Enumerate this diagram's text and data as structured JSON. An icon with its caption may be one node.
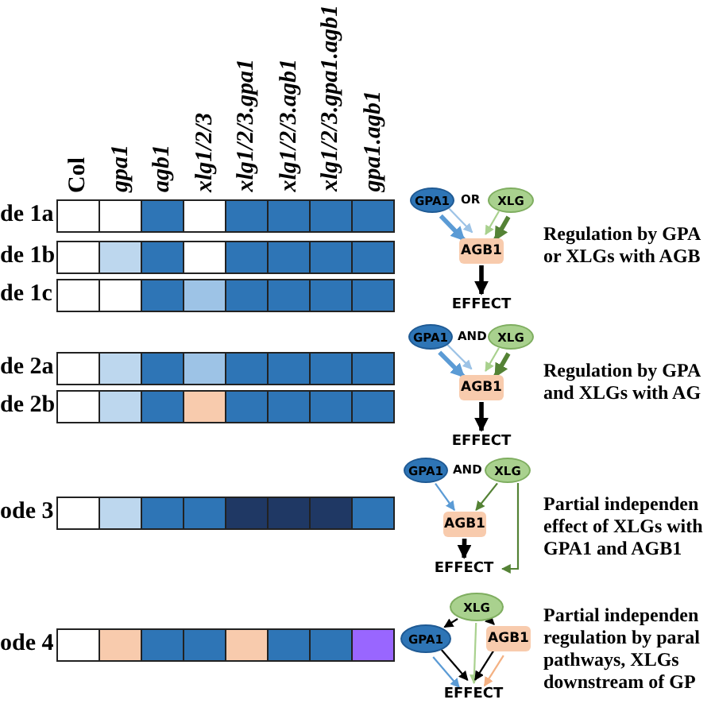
{
  "diagram": {
    "nodes": [
      {
        "text": [
          "GPA1"
        ]
      },
      {
        "text": [
          "XLG"
        ]
      },
      {
        "text": [
          "AGB1"
        ]
      },
      {
        "text": [
          "EFFECT"
        ]
      },
      {
        "text": [
          "GPA1"
        ]
      },
      {
        "text": [
          "XLG"
        ]
      },
      {
        "text": [
          "AGB1"
        ]
      },
      {
        "text": [
          "EFFECT"
        ]
      },
      {
        "text": [
          "GPA1"
        ]
      },
      {
        "text": [
          "XLG"
        ]
      },
      {
        "text": [
          "AGB1"
        ]
      },
      {
        "text": [
          "EFFECT"
        ]
      },
      {
        "text": [
          "XLG"
        ]
      },
      {
        "text": [
          "GPA1"
        ]
      },
      {
        "text": [
          "AGB1"
        ]
      },
      {
        "text": [
          "EFFECT"
        ]
      }
    ],
    "edges": [
      {
        "from": 0,
        "to": 2,
        "arrow": "to",
        "color": "#9dc3e6"
      },
      {
        "from": 0,
        "to": 2,
        "arrow": "to",
        "style": "thick",
        "color": "#5b9bd5"
      },
      {
        "from": 1,
        "to": 2,
        "arrow": "to",
        "color": "#a9d18e"
      },
      {
        "from": 1,
        "to": 2,
        "arrow": "to",
        "style": "thick",
        "color": "#548235"
      },
      {
        "from": 2,
        "to": 3,
        "arrow": "to",
        "style": "thick"
      },
      {
        "from": 4,
        "to": 6,
        "arrow": "to",
        "color": "#9dc3e6"
      },
      {
        "from": 4,
        "to": 6,
        "arrow": "to",
        "style": "thick",
        "color": "#5b9bd5"
      },
      {
        "from": 5,
        "to": 6,
        "arrow": "to",
        "color": "#a9d18e"
      },
      {
        "from": 5,
        "to": 6,
        "arrow": "to",
        "style": "thick",
        "color": "#548235"
      },
      {
        "from": 6,
        "to": 7,
        "arrow": "to",
        "style": "thick"
      },
      {
        "from": 8,
        "to": 10,
        "arrow": "to",
        "color": "#5b9bd5"
      },
      {
        "from": 9,
        "to": 10,
        "arrow": "to",
        "color": "#548235"
      },
      {
        "from": 9,
        "to": 11,
        "arrow": "to",
        "color": "#548235"
      },
      {
        "from": 10,
        "to": 11,
        "arrow": "to",
        "style": "thick"
      },
      {
        "from": 12,
        "to": 13,
        "arrow": "to"
      },
      {
        "from": 12,
        "to": 14,
        "arrow": "to"
      },
      {
        "from": 12,
        "to": 15,
        "arrow": "to",
        "color": "#a9d18e"
      },
      {
        "from": 13,
        "to": 15,
        "arrow": "to",
        "color": "#5b9bd5"
      },
      {
        "from": 13,
        "to": 15,
        "arrow": "to"
      },
      {
        "from": 14,
        "to": 15,
        "arrow": "to"
      },
      {
        "from": 14,
        "to": 15,
        "arrow": "to",
        "color": "#f4b183"
      }
    ],
    "labels": [
      "Col",
      "gpa1",
      "agb1",
      "xlg1/2/3",
      "xlg1/2/3.gpa1",
      "xlg1/2/3.agb1",
      "xlg1/2/3.gpa1.agb1",
      "gpa1.agb1",
      "de 1a",
      "OR",
      "Regulation by GPA or XLGs with AGB",
      "de 1b",
      "de 1c",
      "de 2a",
      "AND",
      "Regulation by GPA and XLGs with AG",
      "de 2b",
      "AND",
      "ode 3",
      "Partial independen effect of XLGs with GPA1 and AGB1",
      "ode 4",
      "Partial independen regulation by paral pathways, XLGs downstream of GP"
    ]
  }
}
